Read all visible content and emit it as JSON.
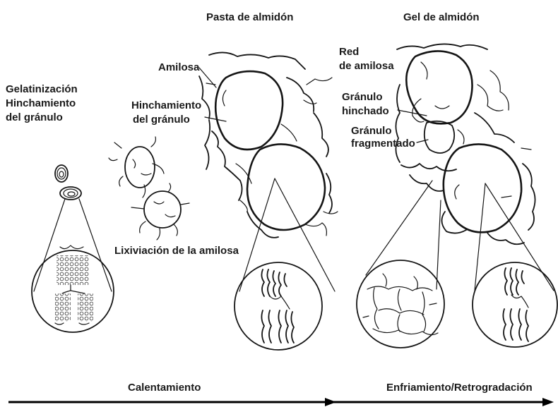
{
  "stages": {
    "gelatinization": {
      "title_line1": "Gelatinización",
      "title_line2": "Hinchamiento",
      "title_line3": "del gránulo"
    },
    "paste": {
      "title": "Pasta de almidón",
      "amylose_label": "Amilosa",
      "swelling_line1": "Hinchamiento",
      "swelling_line2": "del gránulo",
      "leaching_label": "Lixiviación de la amilosa"
    },
    "gel": {
      "title": "Gel de almidón",
      "network_line1": "Red",
      "network_line2": "de amilosa",
      "swollen_line1": "Gránulo",
      "swollen_line2": "hinchado",
      "fragmented_line1": "Gránulo",
      "fragmented_line2": "fragmentado"
    }
  },
  "process": {
    "heating_label": "Calentamiento",
    "cooling_label": "Enfriamiento/Retrogradación"
  }
}
